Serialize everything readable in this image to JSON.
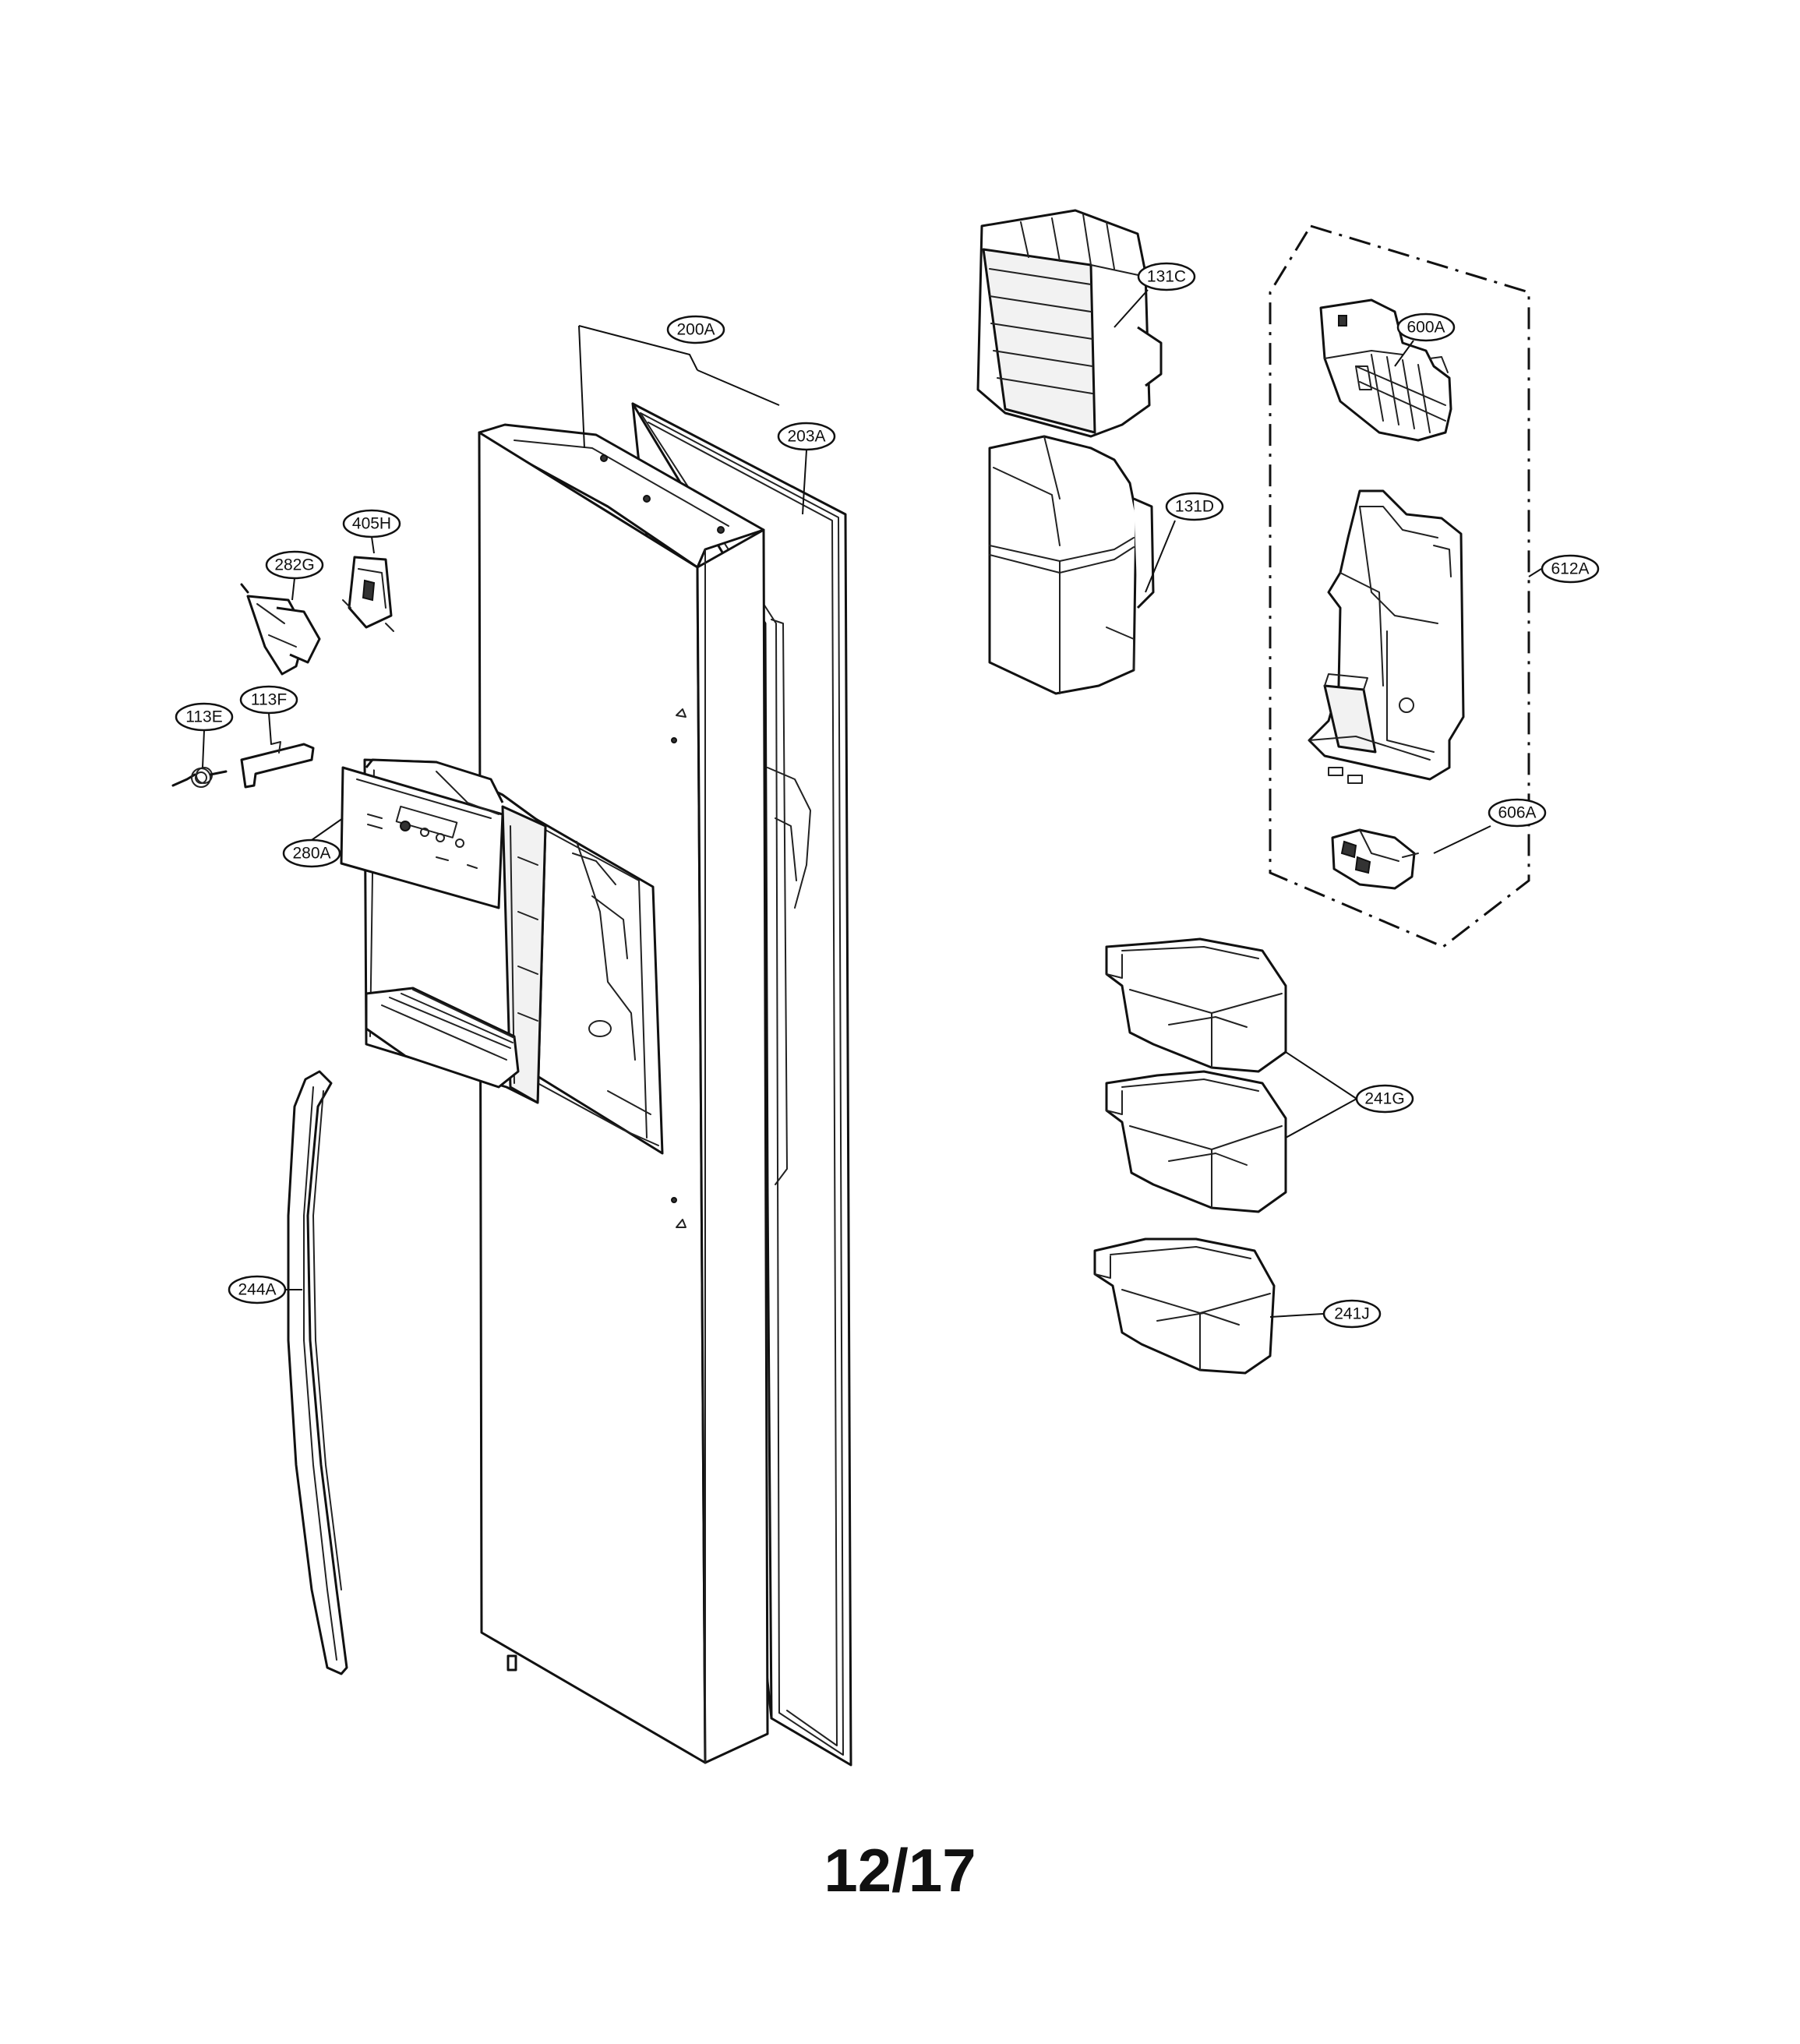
{
  "diagram": {
    "page_number": "12/17",
    "callouts": [
      {
        "id": "c200A",
        "label": "200A"
      },
      {
        "id": "c203A",
        "label": "203A"
      },
      {
        "id": "c405H",
        "label": "405H"
      },
      {
        "id": "c282G",
        "label": "282G"
      },
      {
        "id": "c113E",
        "label": "113E"
      },
      {
        "id": "c113F",
        "label": "113F"
      },
      {
        "id": "c280A",
        "label": "280A"
      },
      {
        "id": "c244A",
        "label": "244A"
      },
      {
        "id": "c131C",
        "label": "131C"
      },
      {
        "id": "c131D",
        "label": "131D"
      },
      {
        "id": "c600A",
        "label": "600A"
      },
      {
        "id": "c612A",
        "label": "612A"
      },
      {
        "id": "c606A",
        "label": "606A"
      },
      {
        "id": "c241G",
        "label": "241G"
      },
      {
        "id": "c241J",
        "label": "241J"
      }
    ]
  }
}
